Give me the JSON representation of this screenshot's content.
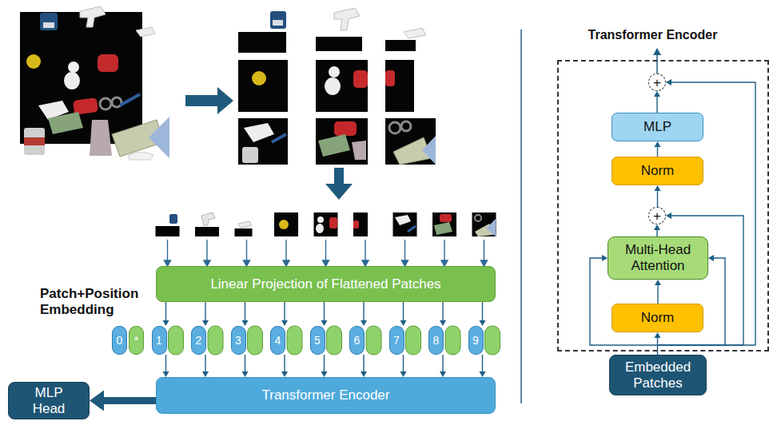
{
  "diagram": {
    "nodes": [
      {
        "text": [
          "Linear Projection of Flattened Patches"
        ]
      },
      {
        "text": [
          "0"
        ]
      },
      {
        "text": [
          "*"
        ]
      },
      {
        "text": [
          "1"
        ]
      },
      {
        "text": [
          "2"
        ]
      },
      {
        "text": [
          "3"
        ]
      },
      {
        "text": [
          "4"
        ]
      },
      {
        "text": [
          "5"
        ]
      },
      {
        "text": [
          "6"
        ]
      },
      {
        "text": [
          "7"
        ]
      },
      {
        "text": [
          "8"
        ]
      },
      {
        "text": [
          "9"
        ]
      },
      {
        "text": [
          "Transformer Encoder"
        ]
      },
      {
        "text": [
          "MLP Head"
        ]
      },
      {
        "text": [
          "Transformer Encoder"
        ]
      },
      {
        "text": [
          "+"
        ],
        "in": 14
      },
      {
        "text": [
          "MLP"
        ],
        "in": 14
      },
      {
        "text": [
          "Norm"
        ],
        "in": 14
      },
      {
        "text": [
          "+"
        ],
        "in": 14
      },
      {
        "text": [
          "Multi-Head Attention"
        ],
        "in": 14
      },
      {
        "text": [
          "Norm"
        ],
        "in": 14
      },
      {
        "text": [
          "Embedded Patches"
        ]
      }
    ],
    "edges": [
      {
        "from": 0,
        "to": 3,
        "arrow": "to"
      },
      {
        "from": 0,
        "to": 4,
        "arrow": "to"
      },
      {
        "from": 0,
        "to": 5,
        "arrow": "to"
      },
      {
        "from": 0,
        "to": 6,
        "arrow": "to"
      },
      {
        "from": 0,
        "to": 7,
        "arrow": "to"
      },
      {
        "from": 0,
        "to": 8,
        "arrow": "to"
      },
      {
        "from": 0,
        "to": 9,
        "arrow": "to"
      },
      {
        "from": 0,
        "to": 10,
        "arrow": "to"
      },
      {
        "from": 0,
        "to": 11,
        "arrow": "to"
      },
      {
        "from": 3,
        "to": 12,
        "arrow": "to"
      },
      {
        "from": 4,
        "to": 12,
        "arrow": "to"
      },
      {
        "from": 5,
        "to": 12,
        "arrow": "to"
      },
      {
        "from": 6,
        "to": 12,
        "arrow": "to"
      },
      {
        "from": 7,
        "to": 12,
        "arrow": "to"
      },
      {
        "from": 8,
        "to": 12,
        "arrow": "to"
      },
      {
        "from": 9,
        "to": 12,
        "arrow": "to"
      },
      {
        "from": 10,
        "to": 12,
        "arrow": "to"
      },
      {
        "from": 11,
        "to": 12,
        "arrow": "to"
      },
      {
        "from": 12,
        "to": 13,
        "arrow": "to"
      },
      {
        "from": 21,
        "to": 20,
        "arrow": "to"
      },
      {
        "from": 20,
        "to": 19,
        "arrow": "to"
      },
      {
        "from": 21,
        "to": 19,
        "arrow": "to"
      },
      {
        "from": 19,
        "to": 18,
        "arrow": "to"
      },
      {
        "from": 21,
        "to": 18,
        "arrow": "to"
      },
      {
        "from": 18,
        "to": 17,
        "arrow": "to"
      },
      {
        "from": 17,
        "to": 16,
        "arrow": "to"
      },
      {
        "from": 16,
        "to": 15,
        "arrow": "to"
      },
      {
        "from": 21,
        "to": 15,
        "arrow": "to"
      }
    ],
    "labels": [
      "Patch+Position Embedding"
    ]
  }
}
